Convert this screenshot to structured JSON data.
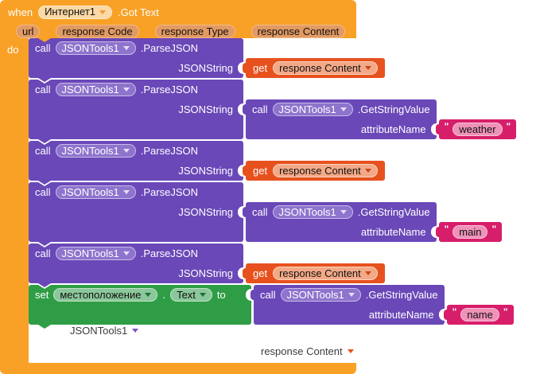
{
  "colors": {
    "event_orange": "#f8a126",
    "param_badge": "#e29a63",
    "procedure_purple": "#6a48b8",
    "getter_red_orange": "#e7511e",
    "text_pink": "#d71e6a",
    "setter_green": "#2f9d45",
    "canvas_white": "#ffffff"
  },
  "event": {
    "when_label": "when",
    "component": "Интернет1",
    "event_suffix": ".Got Text",
    "do_label": "do",
    "params": [
      "url",
      "response Code",
      "response Type",
      "response Content"
    ]
  },
  "shared": {
    "call_label": "call",
    "get_label": "get",
    "set_label": "set",
    "to_label": "to",
    "dot": ".",
    "quote": "\"",
    "component_name": "JSONTools1",
    "parse_method": ".ParseJSON",
    "getstring_method": ".GetStringValue",
    "jsonstring_label": "JSONString",
    "attributename_label": "attributeName",
    "response_content": "response Content"
  },
  "statements": [
    {
      "type": "parse-json-with-get"
    },
    {
      "type": "parse-json-with-getstring",
      "attribute": "weather"
    },
    {
      "type": "parse-json-with-get"
    },
    {
      "type": "parse-json-with-getstring",
      "attribute": "main"
    },
    {
      "type": "parse-json-with-get"
    },
    {
      "type": "set-text",
      "variable": "местоположение",
      "property": "Text",
      "attribute": "name"
    }
  ],
  "floating": {
    "component": "JSONTools1",
    "variable": "response Content"
  }
}
